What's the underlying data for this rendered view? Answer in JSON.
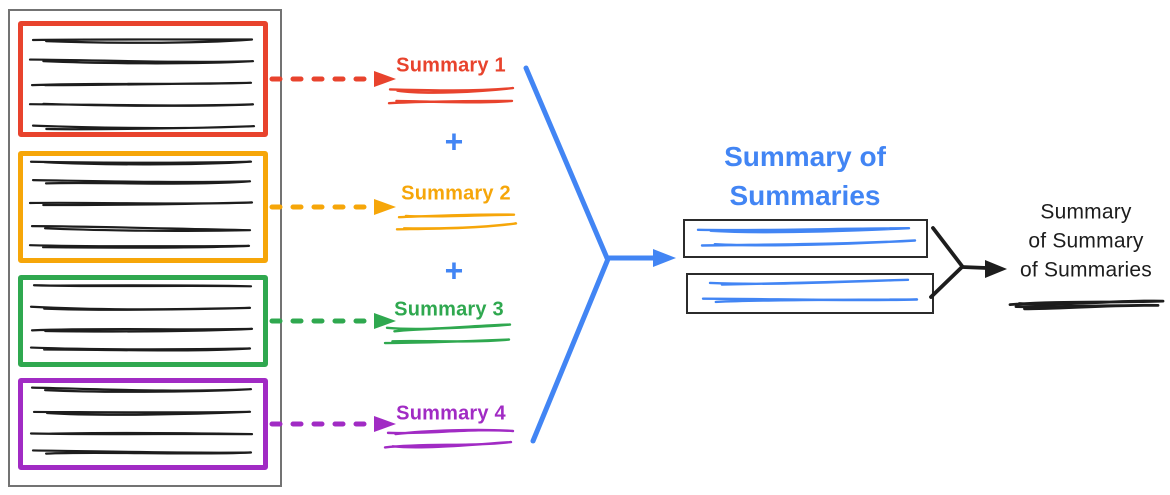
{
  "colors": {
    "red": "#E8432D",
    "yellow": "#F6A609",
    "green": "#2FA84F",
    "purple": "#A12BC4",
    "blue": "#4285F4",
    "ink": "#1D1D1D",
    "box_border": "#2B2B2B",
    "outer_border": "#737373"
  },
  "summaries": [
    {
      "label": "Summary 1"
    },
    {
      "label": "Summary 2"
    },
    {
      "label": "Summary 3"
    },
    {
      "label": "Summary 4"
    }
  ],
  "plus_sign": "+",
  "intermediate_title": {
    "line1": "Summary of",
    "line2": "Summaries"
  },
  "final_title": {
    "line1": "Summary",
    "line2": "of Summary",
    "line3": "of Summaries"
  }
}
